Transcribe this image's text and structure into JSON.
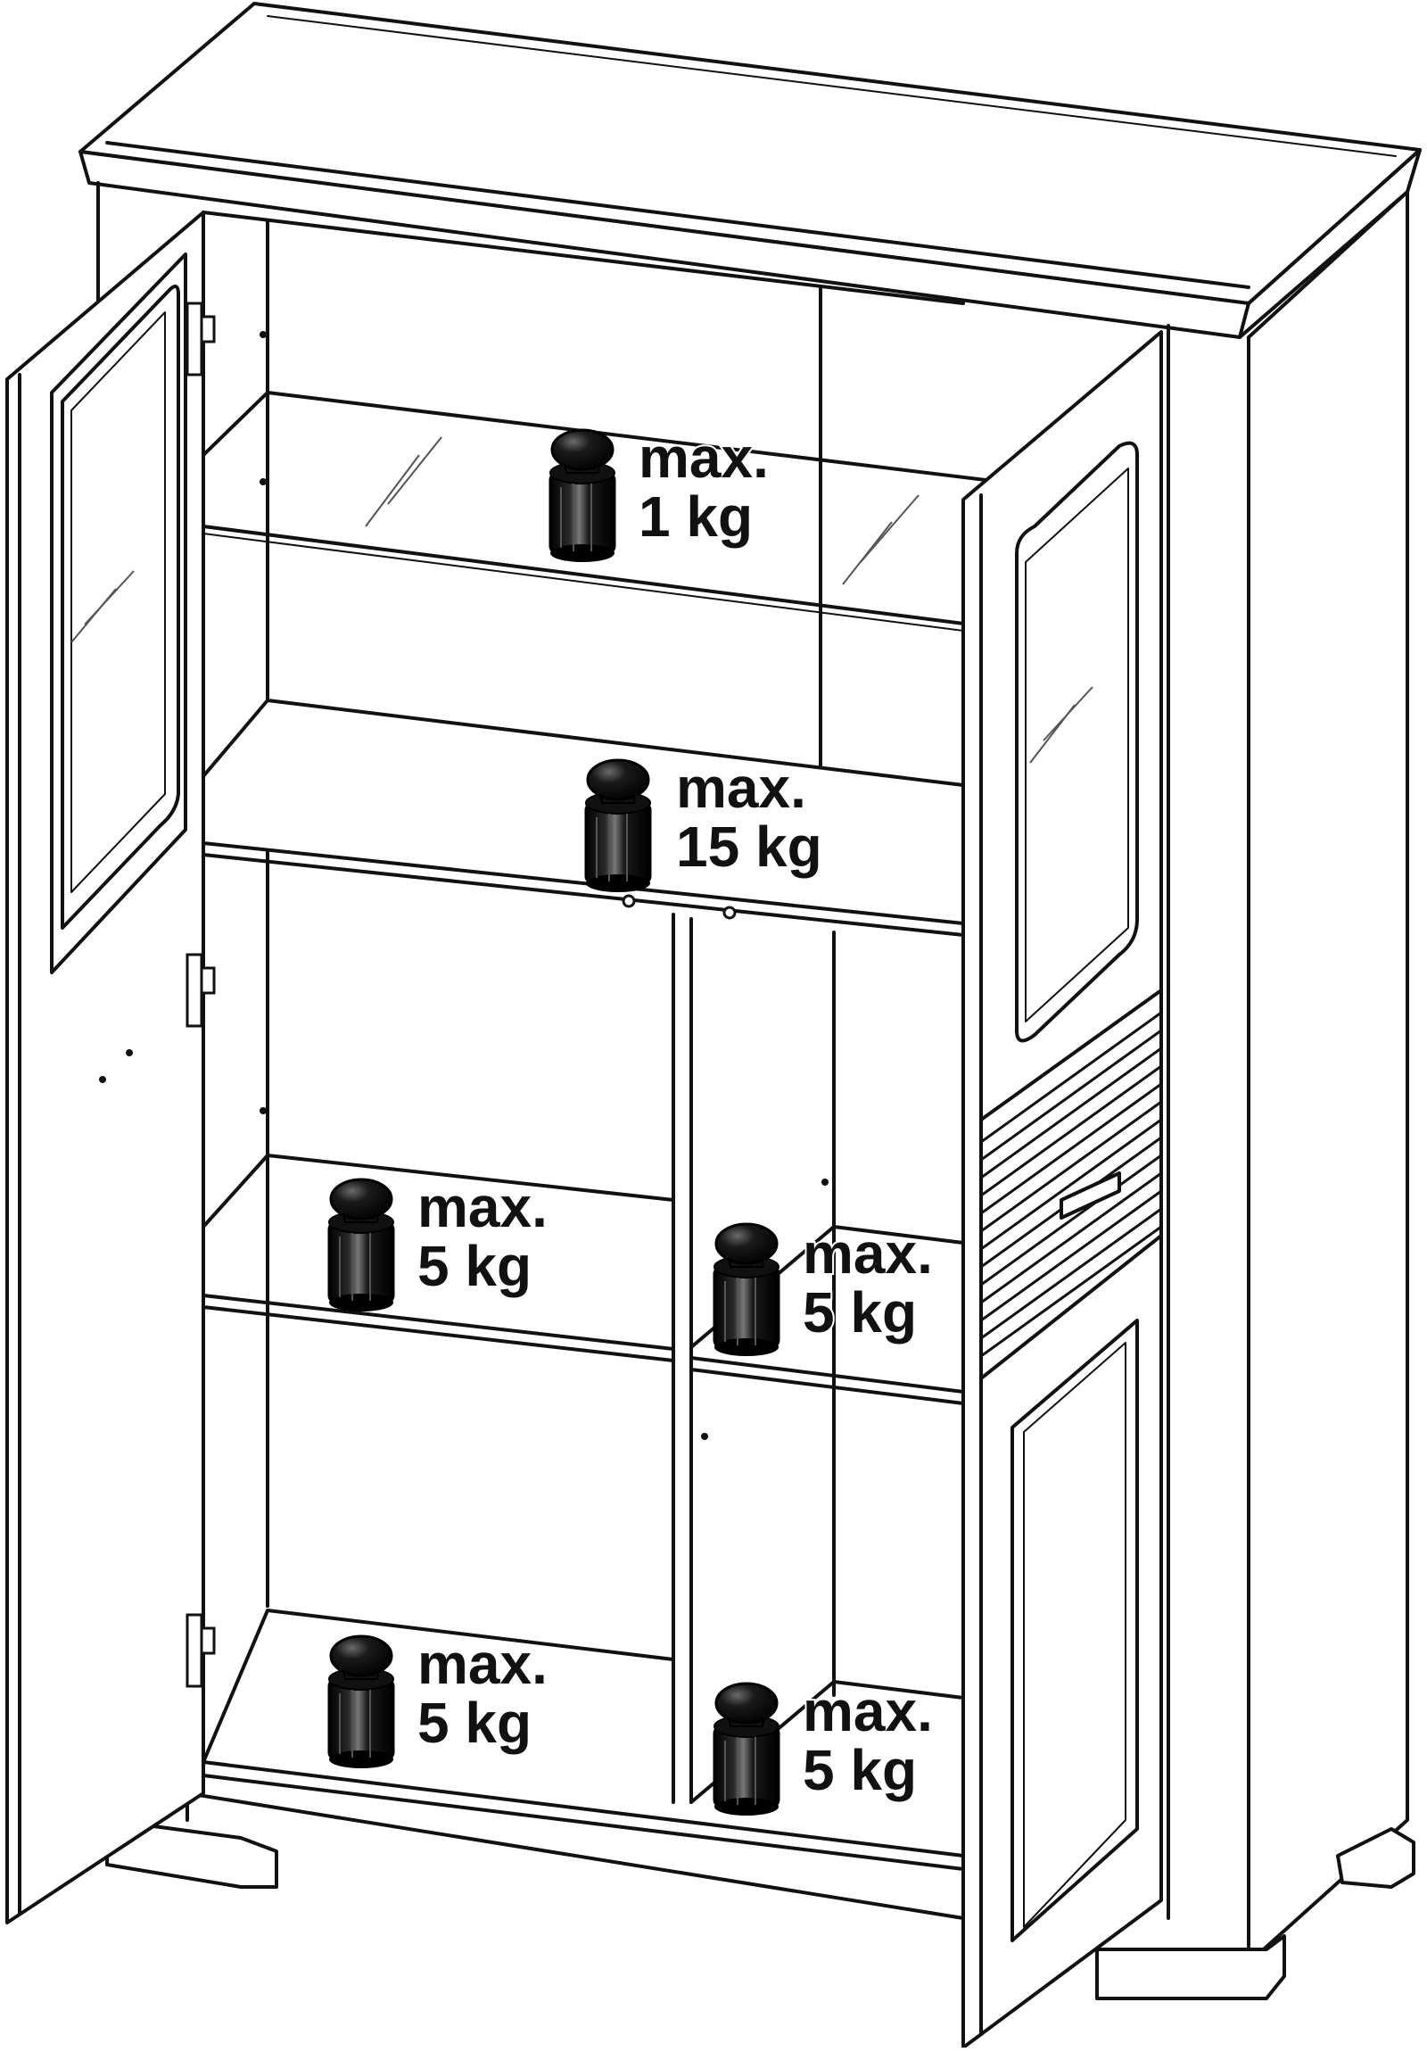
{
  "colors": {
    "line": "#111111",
    "background": "#ffffff",
    "weight": "#0d0d0d",
    "highlight": "#9a9a9a"
  },
  "icons": [
    "weight-icon",
    "hinge-icon",
    "glass-glint-icon"
  ],
  "load_labels": {
    "top_glass_shelf": {
      "max": "max.",
      "value": "1 kg"
    },
    "middle_shelf": {
      "max": "max.",
      "value": "15 kg"
    },
    "left_upper_shelf": {
      "max": "max.",
      "value": "5 kg"
    },
    "right_upper_shelf": {
      "max": "max.",
      "value": "5 kg"
    },
    "left_bottom": {
      "max": "max.",
      "value": "5 kg"
    },
    "right_bottom": {
      "max": "max.",
      "value": "5 kg"
    }
  }
}
